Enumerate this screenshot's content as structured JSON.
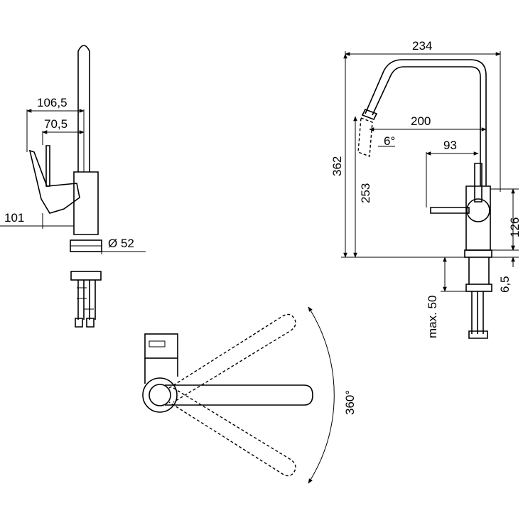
{
  "side_view": {
    "dims": {
      "d1065": "106,5",
      "d705": "70,5",
      "d101": "101",
      "d52": "Ø 52"
    }
  },
  "front_view": {
    "dims": {
      "d234": "234",
      "d200": "200",
      "d6deg": "6°",
      "d93": "93",
      "d362": "362",
      "d253": "253",
      "d126": "126",
      "d65": "6,5",
      "dmax50": "max. 50"
    }
  },
  "top_view": {
    "dims": {
      "d360": "360°"
    }
  }
}
